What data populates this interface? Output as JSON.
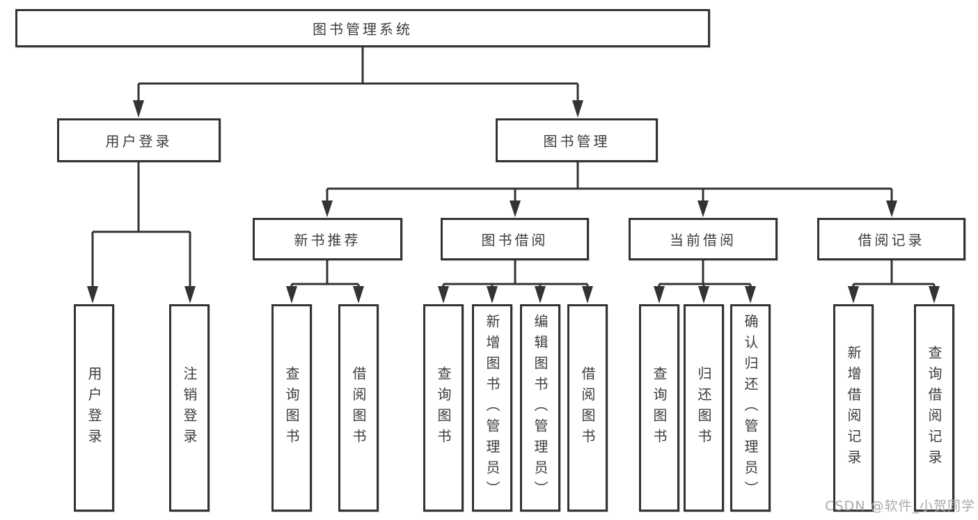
{
  "tree": {
    "root": {
      "label": "图书管理系统",
      "children": [
        {
          "label": "用户登录",
          "children": [
            {
              "label": "用户登录"
            },
            {
              "label": "注销登录"
            }
          ]
        },
        {
          "label": "图书管理",
          "children": [
            {
              "label": "新书推荐",
              "children": [
                {
                  "label": "查询图书"
                },
                {
                  "label": "借阅图书"
                }
              ]
            },
            {
              "label": "图书借阅",
              "children": [
                {
                  "label": "查询图书"
                },
                {
                  "label": "新增图书（管理员）"
                },
                {
                  "label": "编辑图书（管理员）"
                },
                {
                  "label": "借阅图书"
                }
              ]
            },
            {
              "label": "当前借阅",
              "children": [
                {
                  "label": "查询图书"
                },
                {
                  "label": "归还图书"
                },
                {
                  "label": "确认归还（管理员）"
                }
              ]
            },
            {
              "label": "借阅记录",
              "children": [
                {
                  "label": "新增借阅记录"
                },
                {
                  "label": "查询借阅记录"
                }
              ]
            }
          ]
        }
      ]
    }
  },
  "watermark": "CSDN @软件_小贺同学",
  "colors": {
    "line": "#333333",
    "box_border": "#333333",
    "text": "#3c3c3c",
    "watermark": "#a9a9a9",
    "background": "#ffffff"
  }
}
